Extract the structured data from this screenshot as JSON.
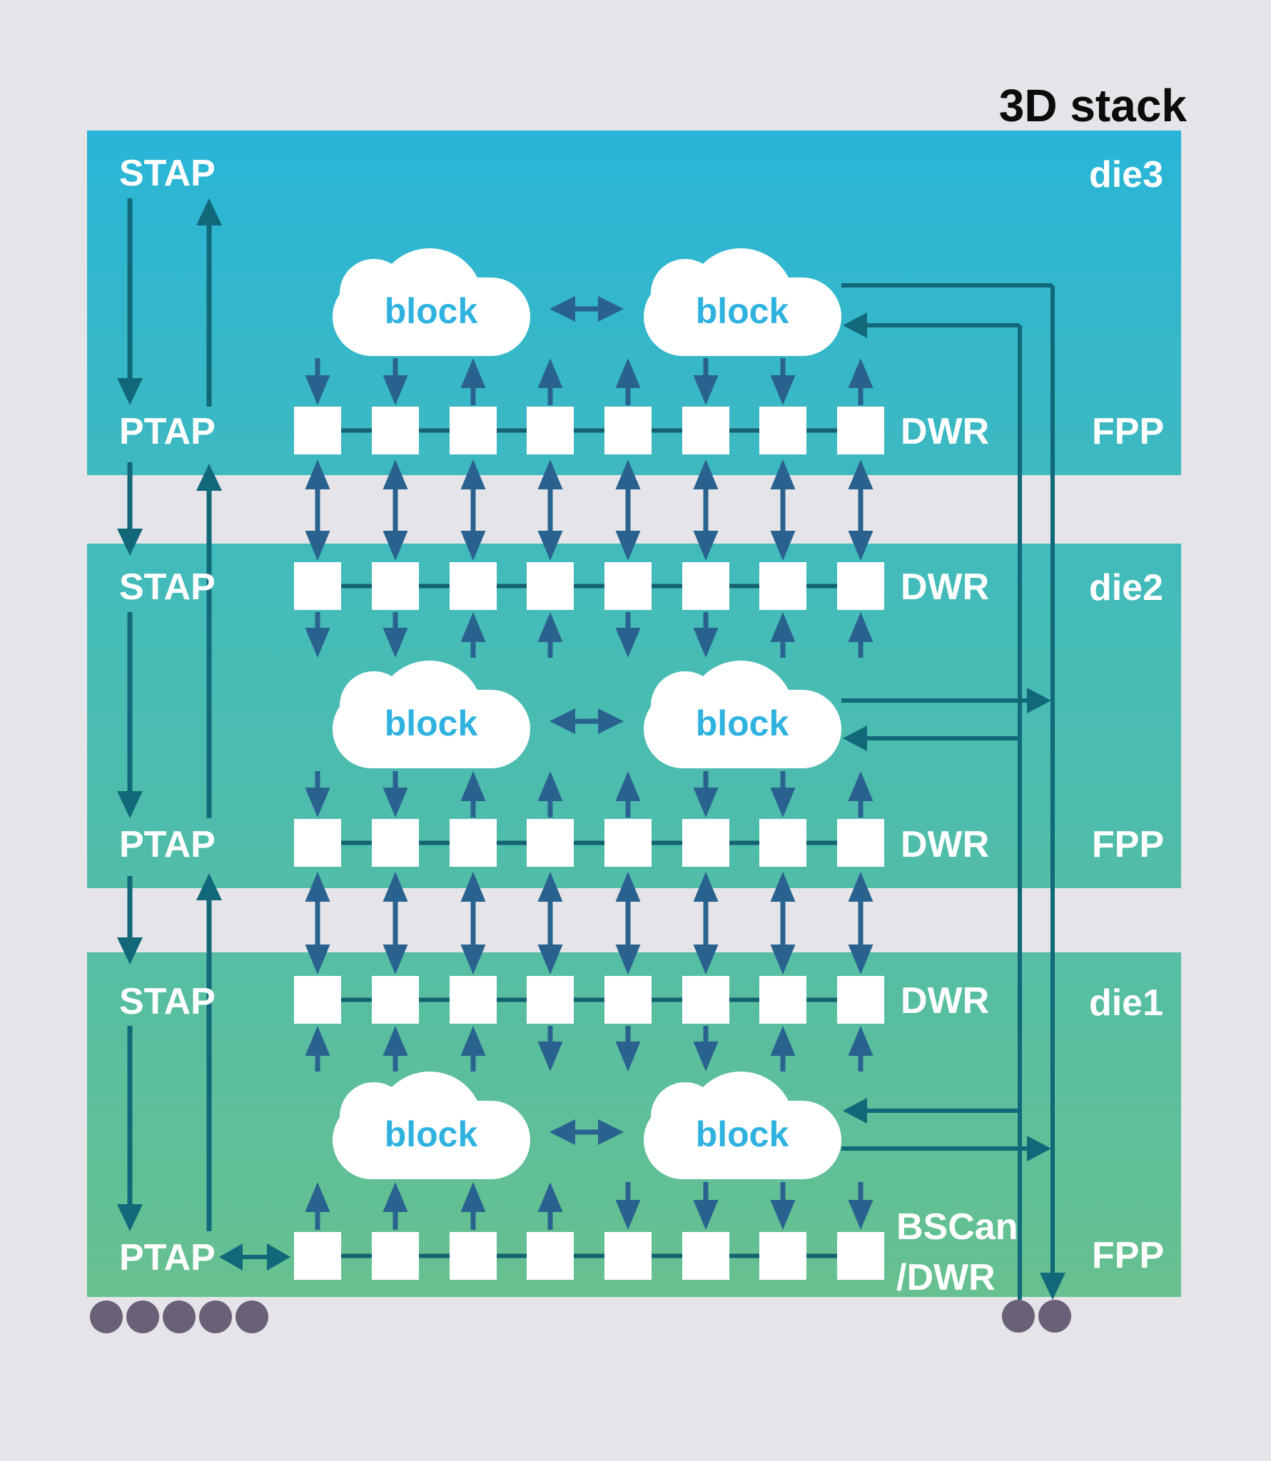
{
  "title": "3D stack",
  "diagram": {
    "squares_per_row": 8,
    "left_pins": 5,
    "right_pins": 2,
    "dies": [
      {
        "name": "die3",
        "stap": "STAP",
        "ptap": "PTAP",
        "fpp": "FPP",
        "clouds": [
          "block",
          "block"
        ],
        "rows": [
          {
            "label": "DWR",
            "arrows": [
              "down",
              "down",
              "up",
              "up",
              "up",
              "down",
              "down",
              "up"
            ]
          }
        ]
      },
      {
        "name": "die2",
        "stap": "STAP",
        "ptap": "PTAP",
        "fpp": "FPP",
        "clouds": [
          "block",
          "block"
        ],
        "rows": [
          {
            "label": "DWR",
            "arrows": [
              "down",
              "down",
              "up",
              "up",
              "down",
              "down",
              "up",
              "up"
            ]
          },
          {
            "label": "DWR",
            "arrows": [
              "down",
              "down",
              "up",
              "up",
              "up",
              "down",
              "down",
              "up"
            ]
          }
        ]
      },
      {
        "name": "die1",
        "stap": "STAP",
        "ptap": "PTAP",
        "fpp": "FPP",
        "clouds": [
          "block",
          "block"
        ],
        "rows": [
          {
            "label": "DWR",
            "arrows": [
              "up",
              "up",
              "up",
              "down",
              "down",
              "down",
              "up",
              "up"
            ]
          },
          {
            "label": "BSCan",
            "label2": "/DWR",
            "arrows": [
              "up",
              "up",
              "up",
              "up",
              "down",
              "down",
              "down",
              "down"
            ]
          }
        ]
      }
    ]
  },
  "colors": {
    "background": "#e5e4e8",
    "teal_arrow": "#116879",
    "blue_arrow": "#29628f",
    "chain_connector": "#15616f",
    "cloud_text": "#2fb2e0",
    "pin_dot": "#6a6077",
    "die3_gradient_top": "#28b5d8",
    "die3_gradient_bottom": "#3eb9c0",
    "die2_gradient_top": "#41bbbc",
    "die2_gradient_bottom": "#52bda7",
    "die1_gradient_top": "#55bea4",
    "die1_gradient_bottom": "#67c08f"
  }
}
